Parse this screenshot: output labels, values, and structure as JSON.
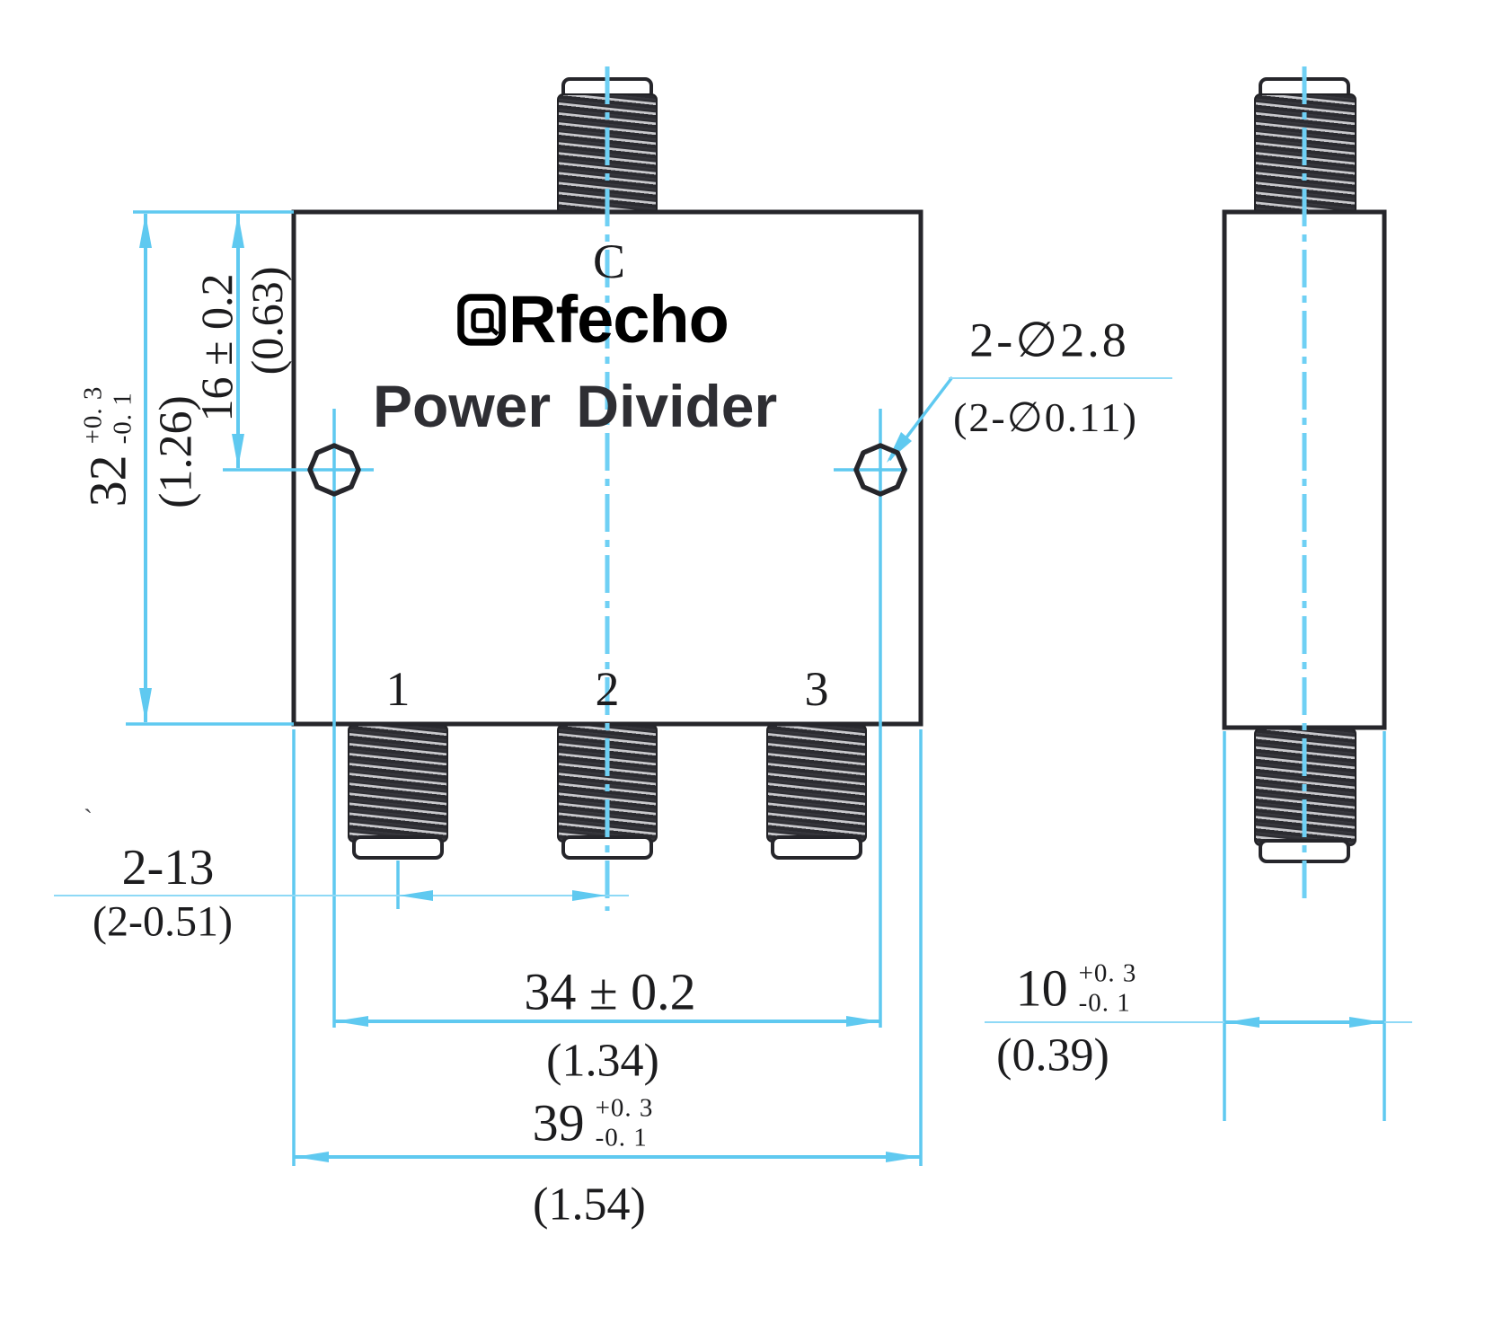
{
  "brand": {
    "logo_text": "Rfecho",
    "product": "Power Divider"
  },
  "icons": {
    "logo_mark": "squared-at-icon",
    "mounting_hole": "octagon-hole",
    "diameter_symbol": "∅"
  },
  "ports": {
    "common": "C",
    "port1": "1",
    "port2": "2",
    "port3": "3"
  },
  "dims": {
    "height": {
      "mm": "32",
      "tol_plus": "+0. 3",
      "tol_minus": "-0. 1",
      "inch": "(1.26)"
    },
    "hole_offset": {
      "mm": "16 ± 0.2",
      "inch": "(0.63)"
    },
    "mounting_holes": {
      "mm": "2-∅2.8",
      "inch": "(2-∅0.11)"
    },
    "port_pitch": {
      "mm": "2-13",
      "inch": "(2-0.51)"
    },
    "hole_span": {
      "mm": "34 ± 0.2",
      "inch": "(1.34)"
    },
    "width": {
      "mm": "39",
      "tol_plus": "+0. 3",
      "tol_minus": "-0. 1",
      "inch": "(1.54)"
    },
    "depth": {
      "mm": "10",
      "tol_plus": "+0. 3",
      "tol_minus": "-0. 1",
      "inch": "(0.39)"
    }
  },
  "colors": {
    "dimension_line": "#5fc9f0",
    "dimension_line_pale": "#8ed9f6",
    "drawing_ink": "#26262b",
    "dim_text": "#1c1c1e",
    "product_text": "#2e2e33"
  },
  "artifact_tick": "`"
}
